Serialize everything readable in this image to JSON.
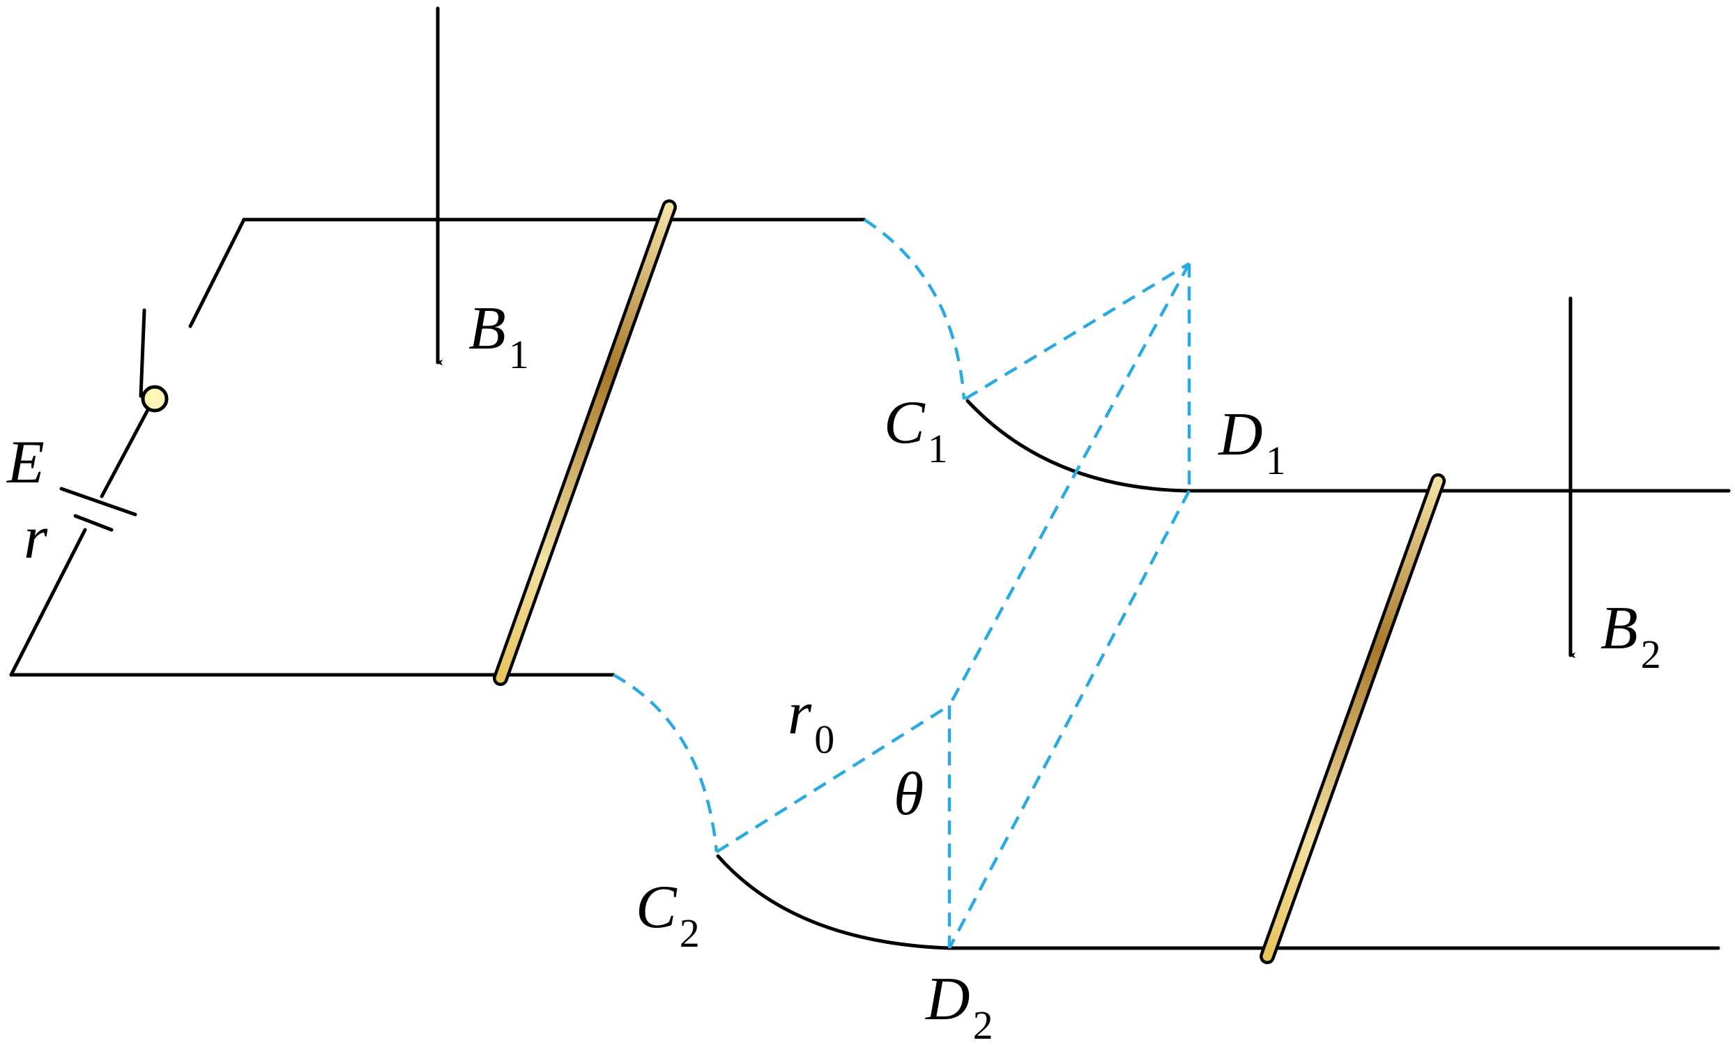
{
  "colors": {
    "wire": "#000000",
    "dashed": "#29abe2",
    "rod_light": "#f3e2a4",
    "rod_dark": "#a8782a",
    "switch_knob": "#fff5b5"
  },
  "labels": {
    "battery_emf": {
      "main": "E",
      "sub": ""
    },
    "battery_resistance": {
      "main": "r",
      "sub": ""
    },
    "field_1": {
      "main": "B",
      "sub": "1"
    },
    "field_2": {
      "main": "B",
      "sub": "2"
    },
    "point_c1": {
      "main": "C",
      "sub": "1"
    },
    "point_d1": {
      "main": "D",
      "sub": "1"
    },
    "point_c2": {
      "main": "C",
      "sub": "2"
    },
    "point_d2": {
      "main": "D",
      "sub": "2"
    },
    "radius": {
      "main": "r",
      "sub": "0"
    },
    "angle": {
      "main": "θ",
      "sub": ""
    }
  }
}
